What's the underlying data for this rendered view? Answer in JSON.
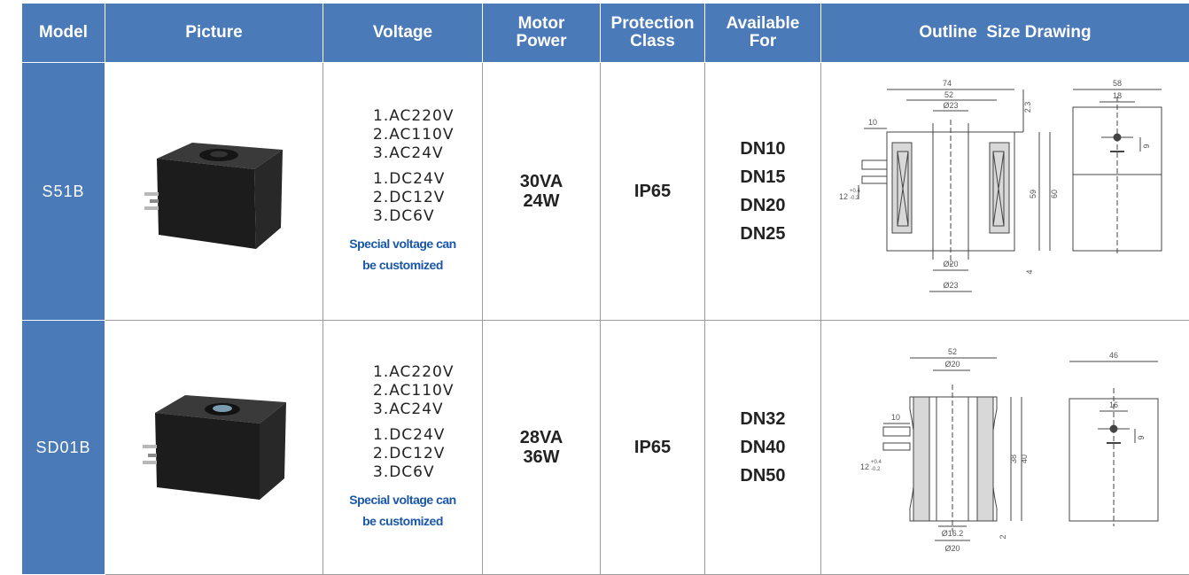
{
  "headers": {
    "model": "Model",
    "picture": "Picture",
    "voltage": "Voltage",
    "motor_power": [
      "Motor",
      "Power"
    ],
    "protection": [
      "Protection",
      "Class"
    ],
    "available": [
      "Available",
      "For"
    ],
    "outline": "Outline  Size Drawing"
  },
  "rows": [
    {
      "model": "S51B",
      "ac": [
        "1.AC220V",
        "2.AC110V",
        "3.AC24V"
      ],
      "dc": [
        "1.DC24V",
        "2.DC12V",
        "3.DC6V"
      ],
      "note": [
        "Special voltage can",
        "be customized"
      ],
      "power": [
        "30VA",
        "24W"
      ],
      "protection": "IP65",
      "available": [
        "DN10",
        "DN15",
        "DN20",
        "DN25"
      ],
      "drawing_labels": [
        "74",
        "52",
        "Ø23",
        "2.3",
        "58",
        "18",
        "10",
        "9",
        "59",
        "60",
        "12",
        "+0.4",
        "-0.2",
        "Ø20",
        "Ø23",
        "4"
      ]
    },
    {
      "model": "SD01B",
      "ac": [
        "1.AC220V",
        "2.AC110V",
        "3.AC24V"
      ],
      "dc": [
        "1.DC24V",
        "2.DC12V",
        "3.DC6V"
      ],
      "note": [
        "Special voltage can",
        "be customized"
      ],
      "power": [
        "28VA",
        "36W"
      ],
      "protection": "IP65",
      "available": [
        "DN32",
        "DN40",
        "DN50"
      ],
      "drawing_labels": [
        "52",
        "Ø20",
        "46",
        "10",
        "16",
        "38",
        "40",
        "9",
        "12",
        "+0.4",
        "-0.2",
        "Ø16.2",
        "Ø20",
        "2"
      ]
    }
  ],
  "colors": {
    "header_bg": "#4a7ab8",
    "note_text": "#1a57a8",
    "border": "#9c9c9c"
  }
}
